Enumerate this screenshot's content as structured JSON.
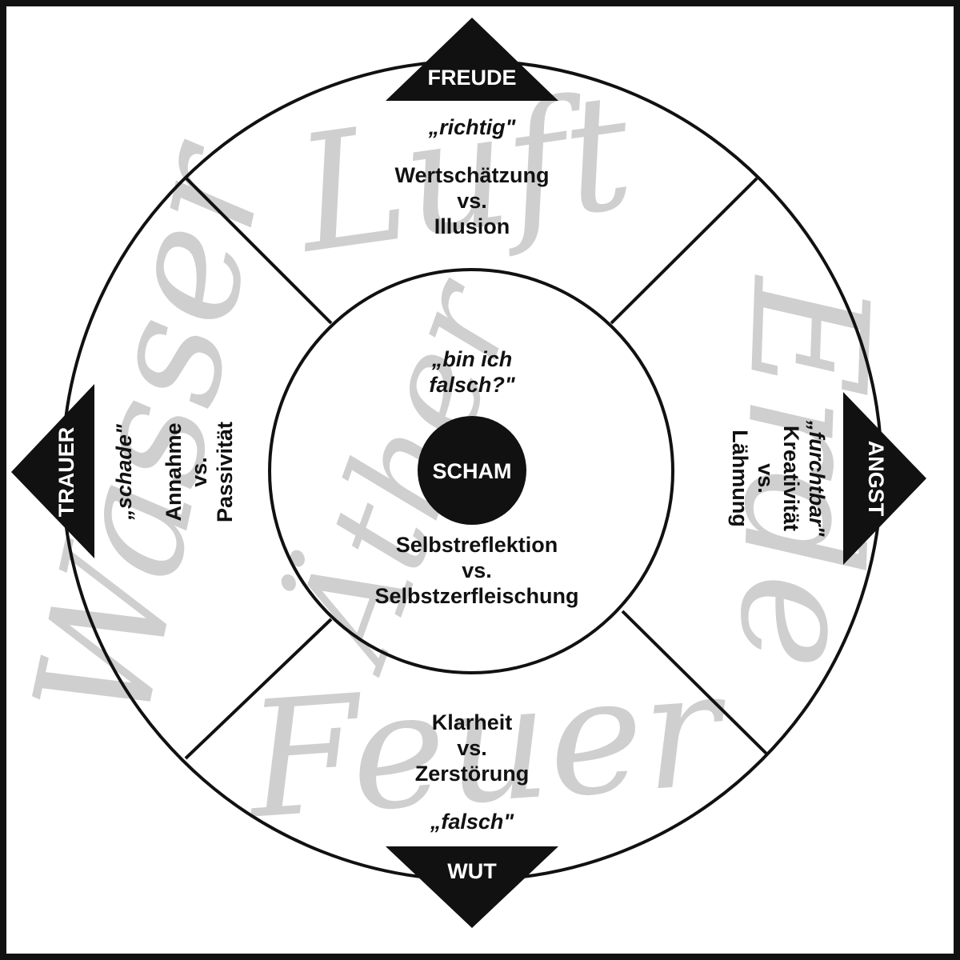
{
  "colors": {
    "ink": "#111111",
    "paper": "#ffffff",
    "watermark": "#cfcfcf"
  },
  "elements": {
    "top": "Luft",
    "left": "Wasser",
    "right": "Erde",
    "bottom": "Feuer",
    "center": "Äther"
  },
  "emotions": {
    "top": "FREUDE",
    "left": "TRAUER",
    "right": "ANGST",
    "bottom": "WUT",
    "center": "SCHAM"
  },
  "segments": {
    "top": {
      "quote": "„richtig\"",
      "line1": "Wertschätzung",
      "line2": "vs.",
      "line3": "Illusion"
    },
    "left": {
      "quote": "„schade\"",
      "line1": "Annahme",
      "line2": "vs.",
      "line3": "Passivität"
    },
    "right": {
      "quote": "„furchtbar\"",
      "line1": "Kreativität",
      "line2": "vs.",
      "line3": "Lähmung"
    },
    "bottom": {
      "quote": "„falsch\"",
      "line1": "Klarheit",
      "line2": "vs.",
      "line3": "Zerstörung"
    },
    "center": {
      "quote1": "„bin ich",
      "quote2": "falsch?\"",
      "line1": "Selbstreflektion",
      "line2": "vs.",
      "line3": "Selbstzerfleischung"
    }
  }
}
